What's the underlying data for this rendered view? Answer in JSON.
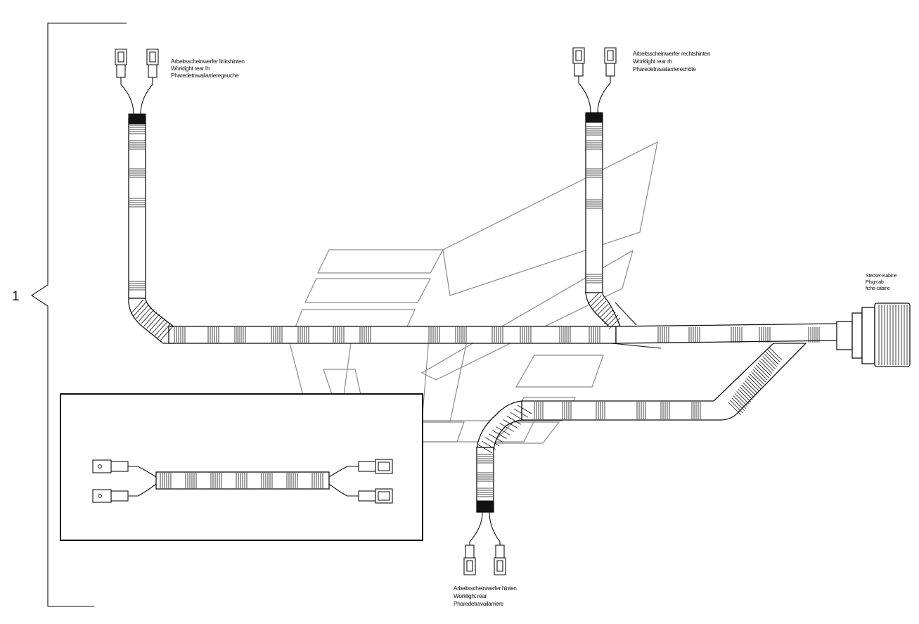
{
  "diagram": {
    "position_number": "1",
    "labels": {
      "rear_left": [
        "Arbeitsscheinwerfer linkshinten",
        "Worklight rear lh",
        "Pharedetravailarrieregauche"
      ],
      "rear_right": [
        "Arbeitsscheinwerfer rechtshinten",
        "Worklight rear rh",
        "Pharedetravailarrierechöte"
      ],
      "plug": [
        "Stecker-Kabine",
        "Plug-cab",
        "fiche-cabine"
      ],
      "rear": [
        "Arbeitsscheinwerfer hinten",
        "Worklight rear",
        "Pharedetravailarriere"
      ]
    },
    "colors": {
      "line": "#111111",
      "watermark": "#8a8a8a",
      "background": "#ffffff"
    }
  }
}
